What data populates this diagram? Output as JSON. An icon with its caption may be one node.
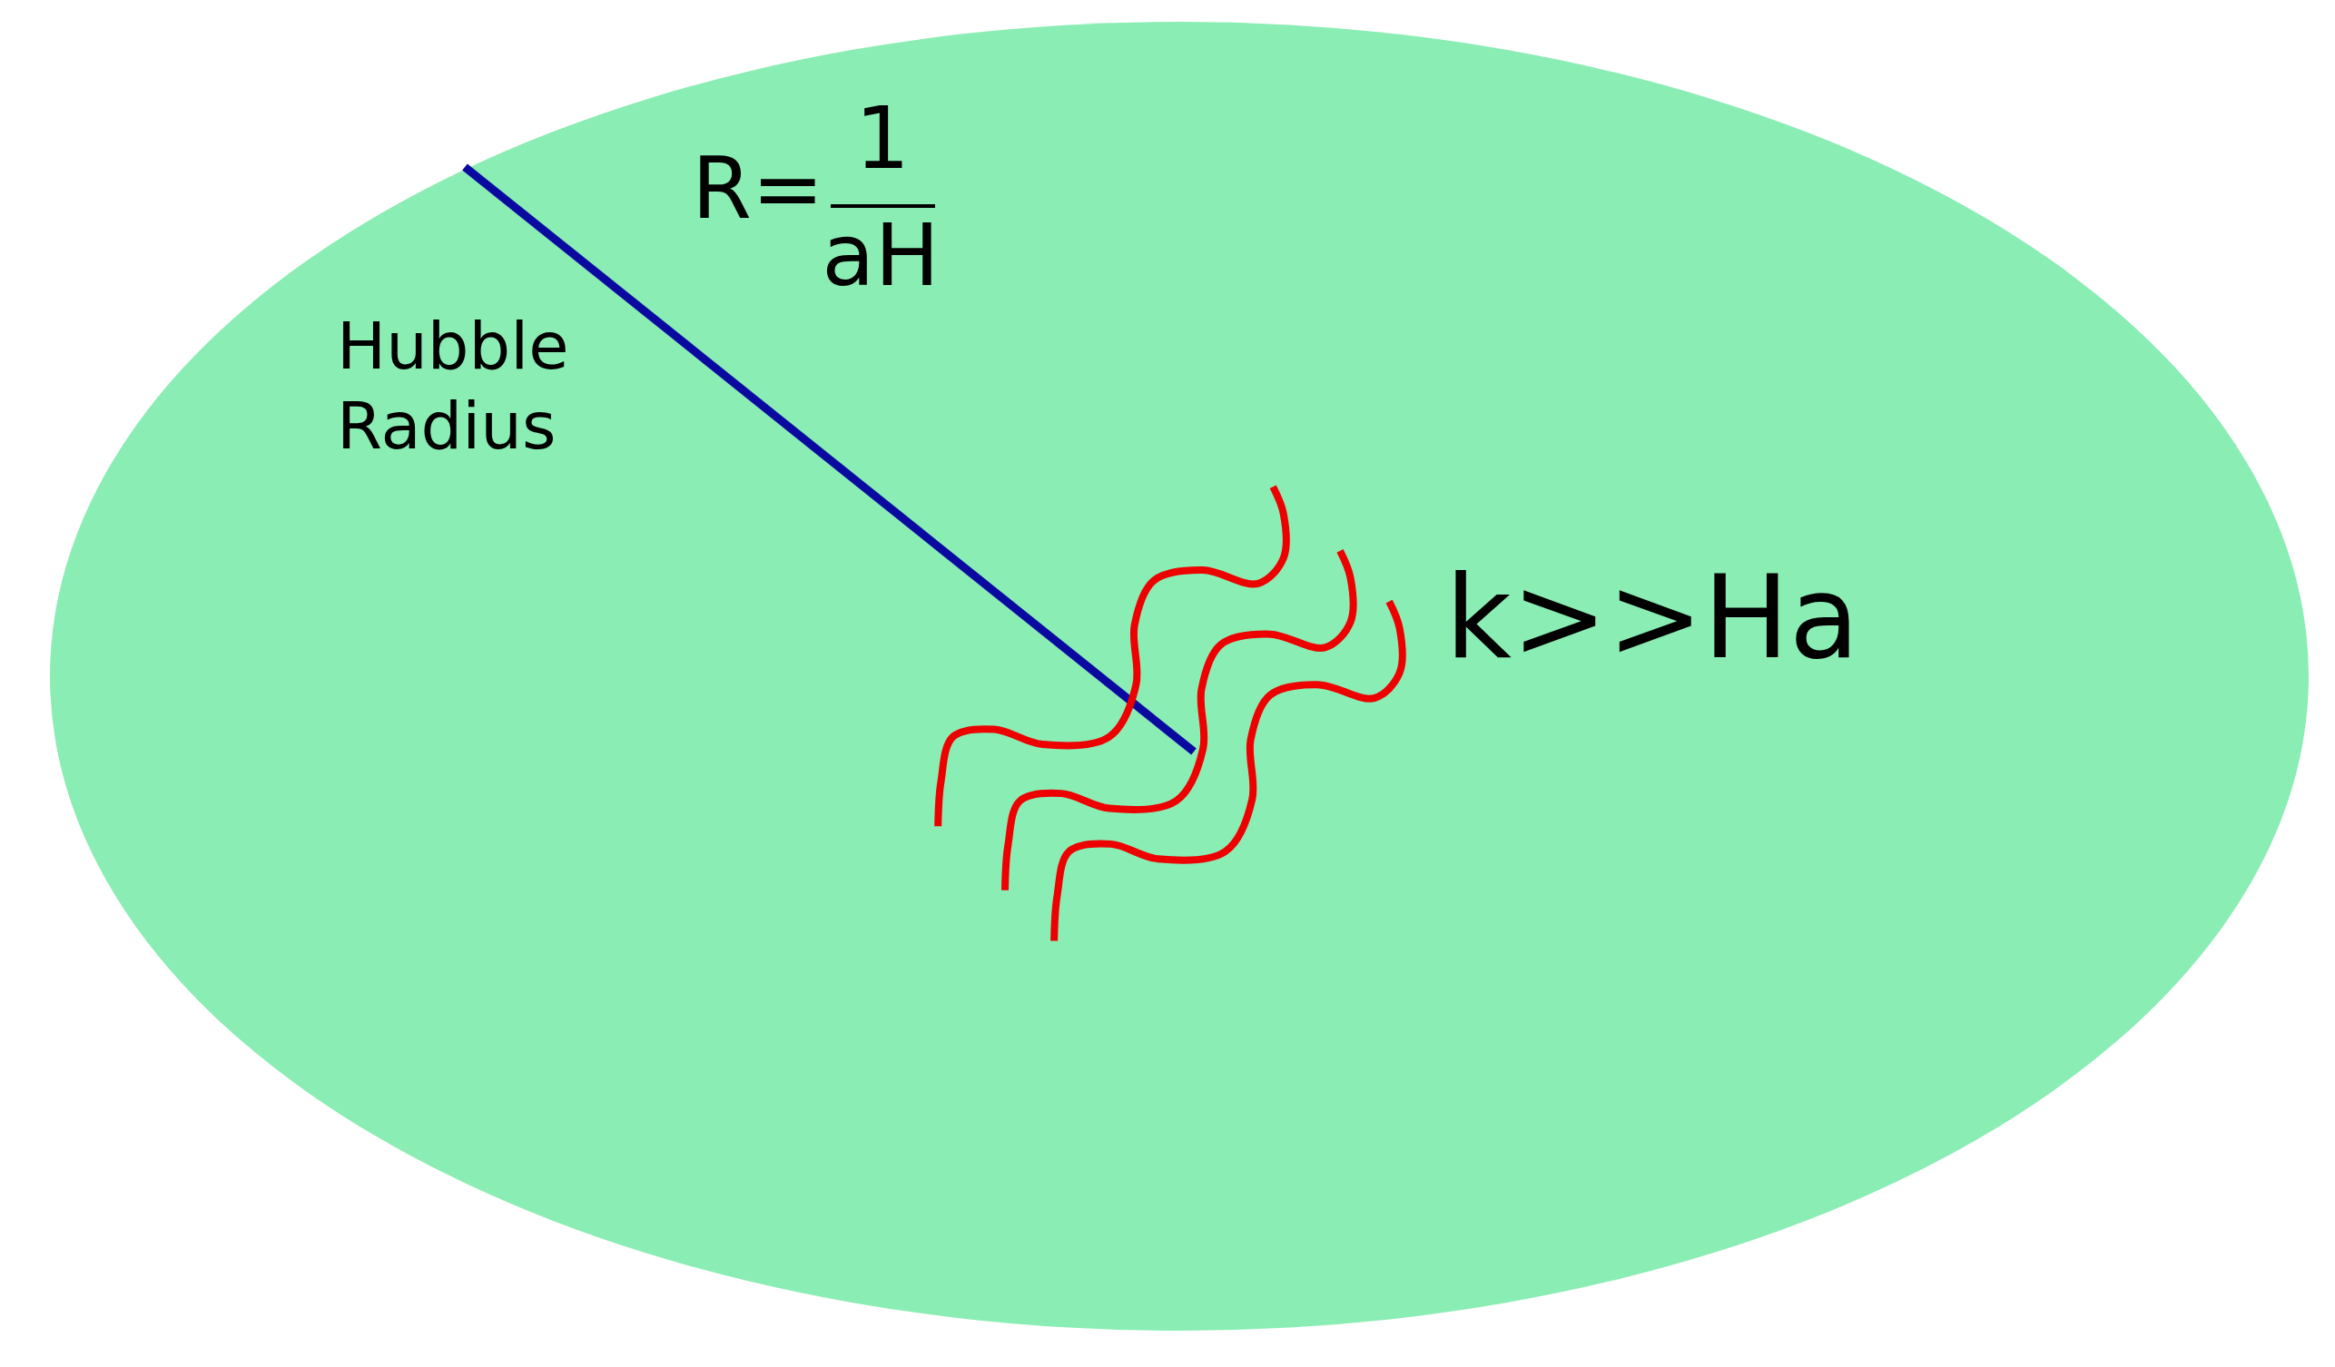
{
  "diagram": {
    "nodes": [
      {
        "text": [
          "Hubble Radius",
          "k>>Ha"
        ]
      }
    ],
    "labels": [
      "R=",
      "1",
      "aH"
    ]
  }
}
